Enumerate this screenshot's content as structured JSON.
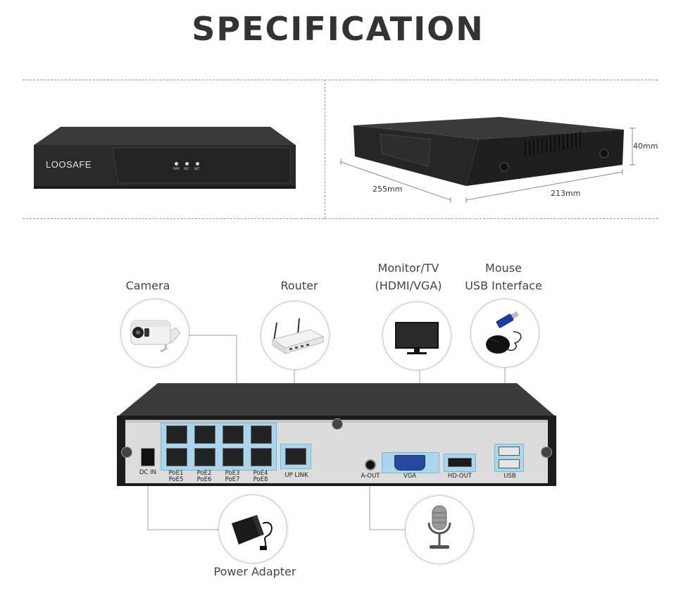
{
  "title": "SPECIFICATION",
  "front_unit": {
    "brand": "LOOSAFE",
    "leds": [
      "PWR",
      "REC",
      "NET"
    ]
  },
  "dimensions": {
    "depth": "255mm",
    "width": "213mm",
    "height": "40mm"
  },
  "connections": {
    "camera": "Camera",
    "router": "Router",
    "monitor_line1": "Monitor/TV",
    "monitor_line2": "(HDMI/VGA)",
    "mouse_line1": "Mouse",
    "mouse_line2": "USB Interface",
    "power": "Power Adapter"
  },
  "back_panel": {
    "dc_in": "DC IN",
    "poe": [
      {
        "top": "PoE1",
        "bottom": "PoE5"
      },
      {
        "top": "PoE2",
        "bottom": "PoE6"
      },
      {
        "top": "PoE3",
        "bottom": "PoE7"
      },
      {
        "top": "PoE4",
        "bottom": "PoE8"
      }
    ],
    "uplink": "UP LINK",
    "aout": "A-OUT",
    "vga": "VGA",
    "hdout": "HD-OUT",
    "usb": "USB"
  },
  "colors": {
    "port_highlight": "#a9d6ec",
    "device_dark": "#2c2c2e",
    "panel_silver": "#dcdcdc"
  }
}
